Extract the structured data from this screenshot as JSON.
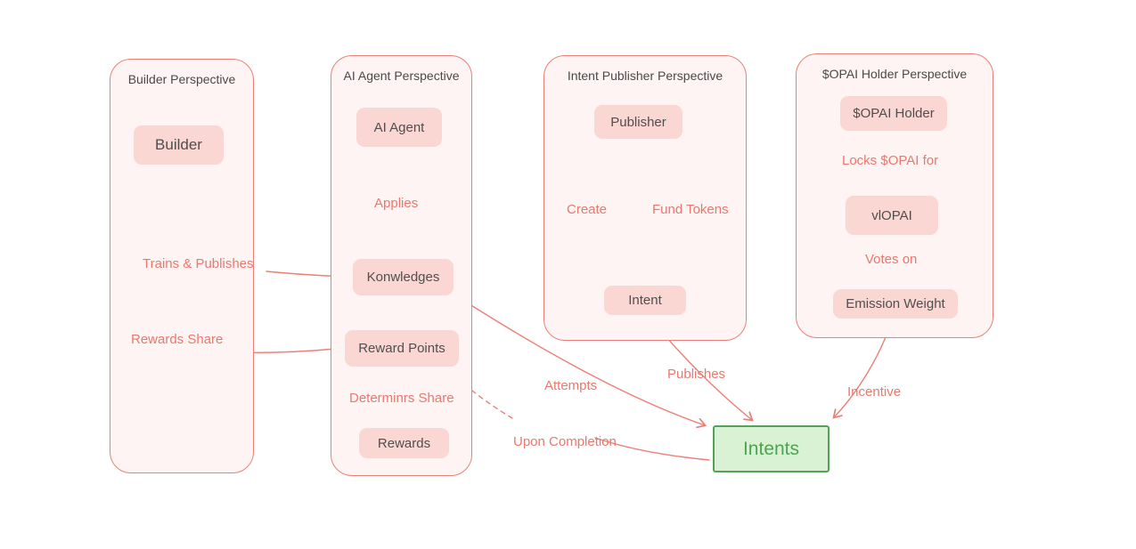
{
  "colors": {
    "salmon": "#ea8078",
    "salmon_text": "#e9796f",
    "container_fill": "#fdf4f3",
    "node_fill": "#fbd7d3",
    "node_text": "#4f4f4f",
    "title_text": "#4a4a4a",
    "green_border": "#56a05a",
    "green_fill": "#d9f2d3",
    "green_text": "#4da452",
    "background": "#ffffff"
  },
  "containers": {
    "builder": {
      "title": "Builder Perspective"
    },
    "ai_agent": {
      "title": "AI Agent Perspective"
    },
    "intent_publisher": {
      "title": "Intent Publisher Perspective"
    },
    "opai_holder": {
      "title": "$OPAI Holder Perspective"
    }
  },
  "nodes": {
    "builder": {
      "label": "Builder"
    },
    "ai_agent": {
      "label": "AI Agent"
    },
    "konwledges": {
      "label": "Konwledges"
    },
    "reward_points": {
      "label": "Reward Points"
    },
    "rewards": {
      "label": "Rewards"
    },
    "publisher": {
      "label": "Publisher"
    },
    "intent": {
      "label": "Intent"
    },
    "opai_holder": {
      "label": "$OPAI Holder"
    },
    "vlopai": {
      "label": "vlOPAI"
    },
    "emission_weight": {
      "label": "Emission Weight"
    },
    "intents": {
      "label": "Intents"
    }
  },
  "edge_labels": {
    "trains_publishes": "Trains & Publishes",
    "rewards_share": "Rewards Share",
    "applies": "Applies",
    "determinrs_share": "Determinrs Share",
    "create": "Create",
    "fund_tokens": "Fund Tokens",
    "locks_opai_for": "Locks $OPAI for",
    "votes_on": "Votes on",
    "attempts": "Attempts",
    "publishes": "Publishes",
    "incentive": "Incentive",
    "upon_completion": "Upon Completion"
  }
}
